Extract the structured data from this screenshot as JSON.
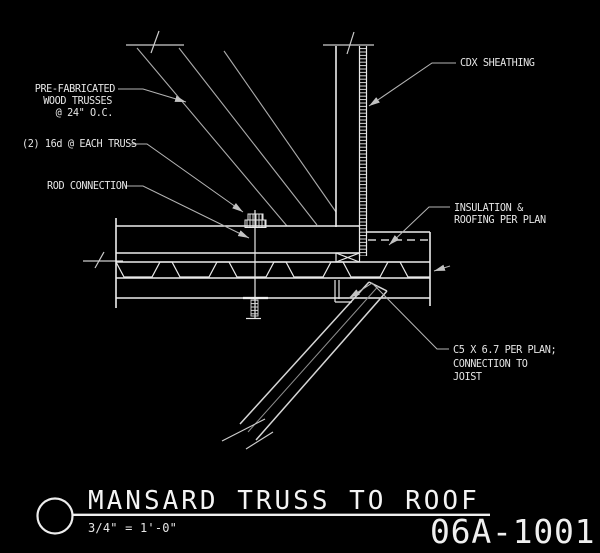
{
  "drawing": {
    "labels": {
      "prefab_trusses": [
        "PRE-FABRICATED",
        "WOOD TRUSSES",
        "@ 24\" O.C."
      ],
      "nails": "(2) 16d @ EACH TRUSS",
      "rod": "ROD CONNECTION",
      "sheathing": "CDX SHEATHING",
      "insulation": [
        "INSULATION &",
        "ROOFING PER PLAN"
      ],
      "channel": [
        "C5 X 6.7 PER PLAN;",
        "CONNECTION TO",
        "JOIST"
      ]
    },
    "colors": {
      "background": "#000000",
      "line_bright": "#ededed",
      "line_dim": "#ababab",
      "text": "#e6e6e6"
    }
  },
  "title_block": {
    "title": "MANSARD TRUSS TO ROOF",
    "scale": "3/4\" = 1'-0\"",
    "drawing_number": "06A-1001"
  }
}
